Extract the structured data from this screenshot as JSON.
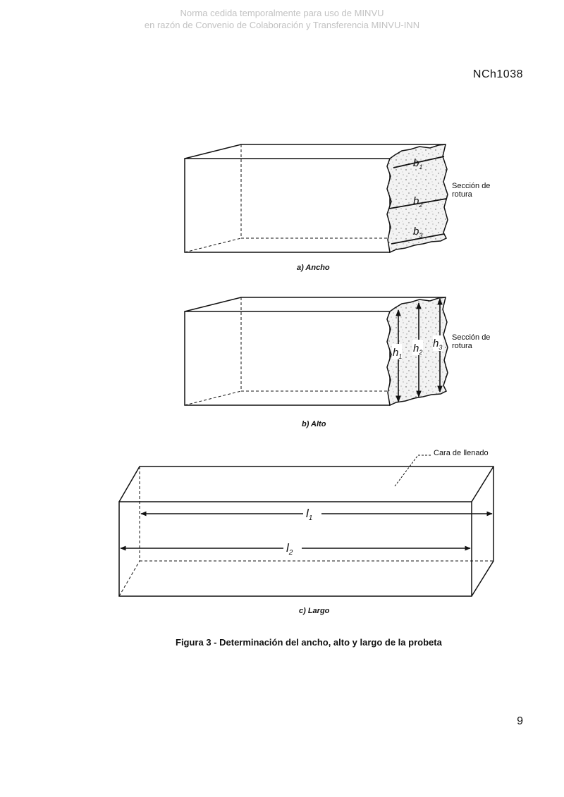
{
  "watermark": {
    "line1": "Norma cedida temporalmente para uso de MINVU",
    "line2": "en razón de Convenio de Colaboración y Transferencia MINVU-INN"
  },
  "header": {
    "standard_code": "NCh1038"
  },
  "figure": {
    "caption": "Figura 3 - Determinación del ancho, alto y largo de la probeta",
    "panel_a": {
      "caption": "a) Ancho",
      "label_line1": "Sección de",
      "label_line2": "rotura",
      "b1": "b",
      "b1_sub": "1",
      "b2": "b",
      "b2_sub": "2",
      "b3": "b",
      "b3_sub": "3"
    },
    "panel_b": {
      "caption": "b) Alto",
      "label_line1": "Sección de",
      "label_line2": "rotura",
      "h1": "h",
      "h1_sub": "1",
      "h2": "h",
      "h2_sub": "2",
      "h3": "h",
      "h3_sub": "3"
    },
    "panel_c": {
      "caption": "c) Largo",
      "face_label": "Cara de llenado",
      "l1": "l",
      "l1_sub": "1",
      "l2": "l",
      "l2_sub": "2"
    }
  },
  "footer": {
    "page_number": "9"
  }
}
